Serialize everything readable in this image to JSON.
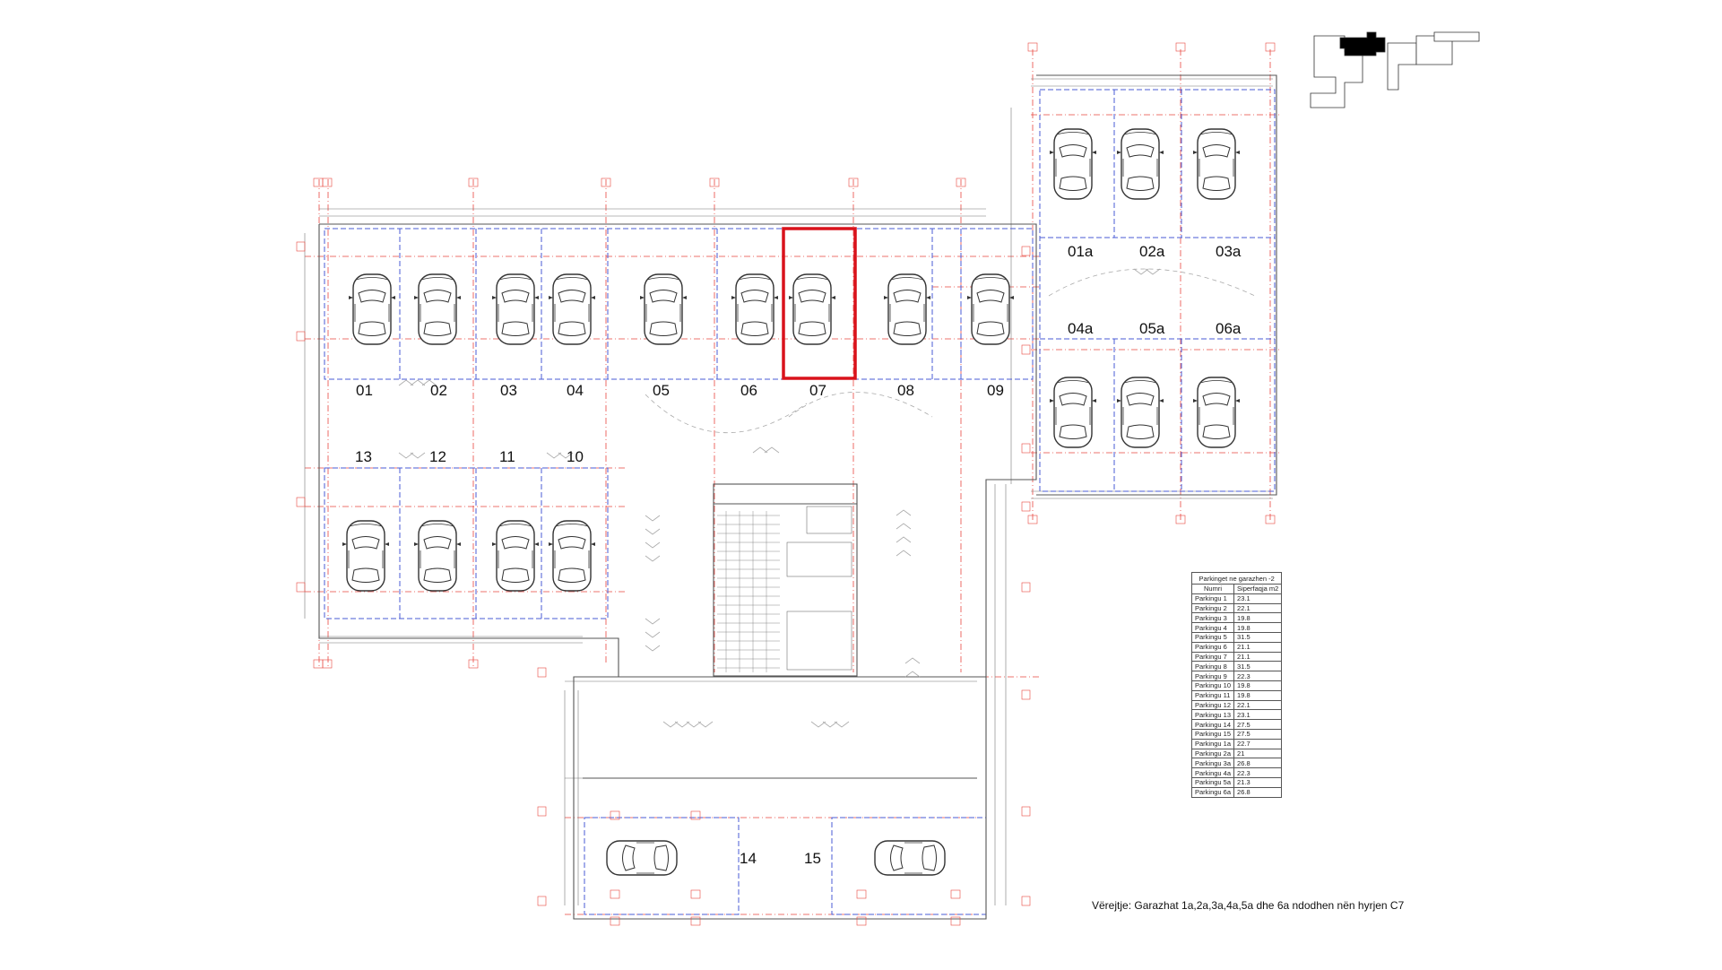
{
  "spots": {
    "s01": "01",
    "s02": "02",
    "s03": "03",
    "s04": "04",
    "s05": "05",
    "s06": "06",
    "s07": "07",
    "s08": "08",
    "s09": "09",
    "s10": "10",
    "s11": "11",
    "s12": "12",
    "s13": "13",
    "s14": "14",
    "s15": "15",
    "s01a": "01a",
    "s02a": "02a",
    "s03a": "03a",
    "s04a": "04a",
    "s05a": "05a",
    "s06a": "06a"
  },
  "highlighted_spot": "07",
  "legend": {
    "title": "Parkinget ne garazhen -2",
    "col_name": "Numri",
    "col_area": "Siperfaqja m2",
    "rows": [
      {
        "name": "Parkingu 1",
        "area": "23.1"
      },
      {
        "name": "Parkingu 2",
        "area": "22.1"
      },
      {
        "name": "Parkingu 3",
        "area": "19.8"
      },
      {
        "name": "Parkingu 4",
        "area": "19.8"
      },
      {
        "name": "Parkingu 5",
        "area": "31.5"
      },
      {
        "name": "Parkingu 6",
        "area": "21.1"
      },
      {
        "name": "Parkingu 7",
        "area": "21.1"
      },
      {
        "name": "Parkingu 8",
        "area": "31.5"
      },
      {
        "name": "Parkingu 9",
        "area": "22.3"
      },
      {
        "name": "Parkingu 10",
        "area": "19.8"
      },
      {
        "name": "Parkingu 11",
        "area": "19.8"
      },
      {
        "name": "Parkingu 12",
        "area": "22.1"
      },
      {
        "name": "Parkingu 13",
        "area": "23.1"
      },
      {
        "name": "Parkingu 14",
        "area": "27.5"
      },
      {
        "name": "Parkingu 15",
        "area": "27.5"
      },
      {
        "name": "Parkingu 1a",
        "area": "22.7"
      },
      {
        "name": "Parkingu 2a",
        "area": "21"
      },
      {
        "name": "Parkingu 3a",
        "area": "26.8"
      },
      {
        "name": "Parkingu 4a",
        "area": "22.3"
      },
      {
        "name": "Parkingu 5a",
        "area": "21.3"
      },
      {
        "name": "Parkingu 6a",
        "area": "26.8"
      }
    ]
  },
  "note": "Vërejtje: Garazhat 1a,2a,3a,4a,5a dhe 6a ndodhen nën hyrjen C7",
  "colors": {
    "grid_red": "#e8463f",
    "line_blue": "#4a5bd6",
    "highlight": "#d9121b",
    "ink": "#222222",
    "keyplan_fill": "#000000"
  }
}
